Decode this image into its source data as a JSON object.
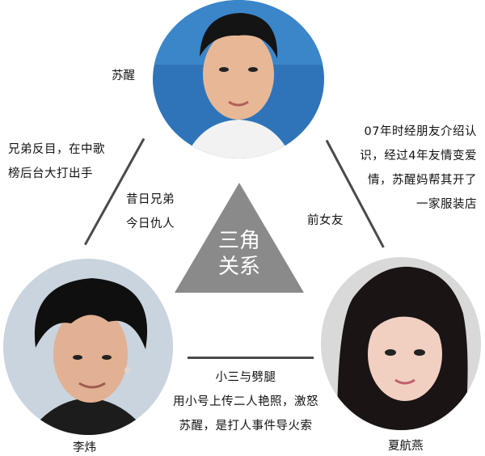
{
  "people": {
    "top": {
      "name": "苏醒"
    },
    "left": {
      "name": "李炜"
    },
    "right": {
      "name": "夏航燕"
    }
  },
  "center": {
    "line1": "三角",
    "line2": "关系"
  },
  "relations": {
    "top_left": {
      "line1": "兄弟反目，在中歌",
      "line2": "榜后台大打出手"
    },
    "top_left_inner": {
      "line1": "昔日兄弟",
      "line2": "今日仇人"
    },
    "top_right": {
      "line1": "07年时经朋友介绍认",
      "line2": "识，经过4年友情变爱",
      "line3": "情，苏醒妈帮其开了",
      "line4": "一家服装店"
    },
    "top_right_inner": {
      "line1": "前女友"
    },
    "bottom": {
      "line1": "小三与劈腿",
      "line2": "用小号上传二人艳照，激怒",
      "line3": "苏醒，是打人事件导火索"
    }
  },
  "colors": {
    "triangle": "#8a8a8a",
    "connector": "#4a4a4a",
    "text": "#111111"
  }
}
